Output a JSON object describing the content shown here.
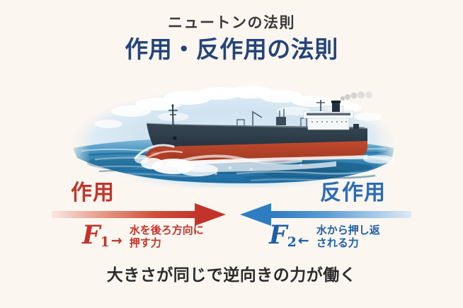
{
  "colors": {
    "background": "#fbf6f0",
    "title_navy": "#24457a",
    "subtitle_gray": "#3a3a3a",
    "action_red": "#c2342a",
    "reaction_arrow_blue": "#2e7dc2",
    "reaction_text_blue": "#1e5fa9",
    "footer_dark": "#2c2c2c",
    "sea_blue": "#2a7fb0",
    "hull_navy": "#25313e",
    "hull_red": "#b03a26"
  },
  "header": {
    "subtitle": "ニュートンの法則",
    "title": "作用・反作用の法則"
  },
  "illustration": {
    "icon": "oil-tanker-on-ocean-illustration"
  },
  "action": {
    "label": "作用",
    "force_symbol": "F",
    "force_subscript": "1",
    "direction_char": "→",
    "description_line1": "水を後ろ方向に",
    "description_line2": "押す力"
  },
  "reaction": {
    "label": "反作用",
    "force_symbol": "F",
    "force_subscript": "2",
    "direction_char": "←",
    "description_line1": "水から押し返",
    "description_line2": "される力"
  },
  "footer": {
    "text": "大きさが同じで逆向きの力が働く"
  }
}
